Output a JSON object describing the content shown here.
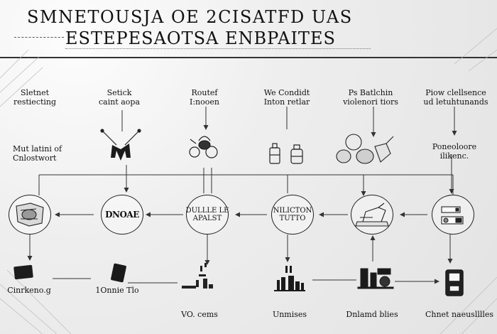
{
  "title": {
    "line1": "SMNETOUSJA OE 2CISATFD UAS",
    "line2": "ESTEPESAOTSA ENBPAITES"
  },
  "top_labels": [
    {
      "l1": "Sletnet",
      "l2": "restiecting"
    },
    {
      "l1": "Setick",
      "l2": "caint aopa"
    },
    {
      "l1": "Routef",
      "l2": "I:nooen"
    },
    {
      "l1": "We Condidt",
      "l2": "Inton retlar"
    },
    {
      "l1": "Ps Batlchin",
      "l2": "violenori tiors"
    },
    {
      "l1": "Piow clellsence",
      "l2": "ud letuhtunands"
    }
  ],
  "mid_labels": [
    {
      "l1": "Mut latini of",
      "l2": "Cnlostwort"
    },
    {
      "l1": "Poneoloore",
      "l2": "ilikenc."
    }
  ],
  "nodes": [
    {
      "text": ""
    },
    {
      "text": "DNOAE"
    },
    {
      "l1": "DULLLE LE",
      "l2": "APALST"
    },
    {
      "l1": "NILICTON",
      "l2": "TUTTO"
    },
    {
      "text": ""
    },
    {
      "text": ""
    }
  ],
  "bottom_labels": [
    "Cinrkeno.g",
    "1Onnie Tlo",
    "VO. cems",
    "Unmises",
    "Dnlamd blies",
    "Chnet naeuslllles"
  ],
  "icons": [
    "tablet-icon",
    "tongs-icon",
    "kettle-icon",
    "bottles-icon",
    "tools-icon",
    "book-icon",
    "machine-icon",
    "chart-icon",
    "phone-icon",
    "cup-icon",
    "bars-icon",
    "speaker-icon"
  ],
  "colors": {
    "background": "#f3f3f3",
    "ink": "#111111",
    "line": "#333333"
  }
}
